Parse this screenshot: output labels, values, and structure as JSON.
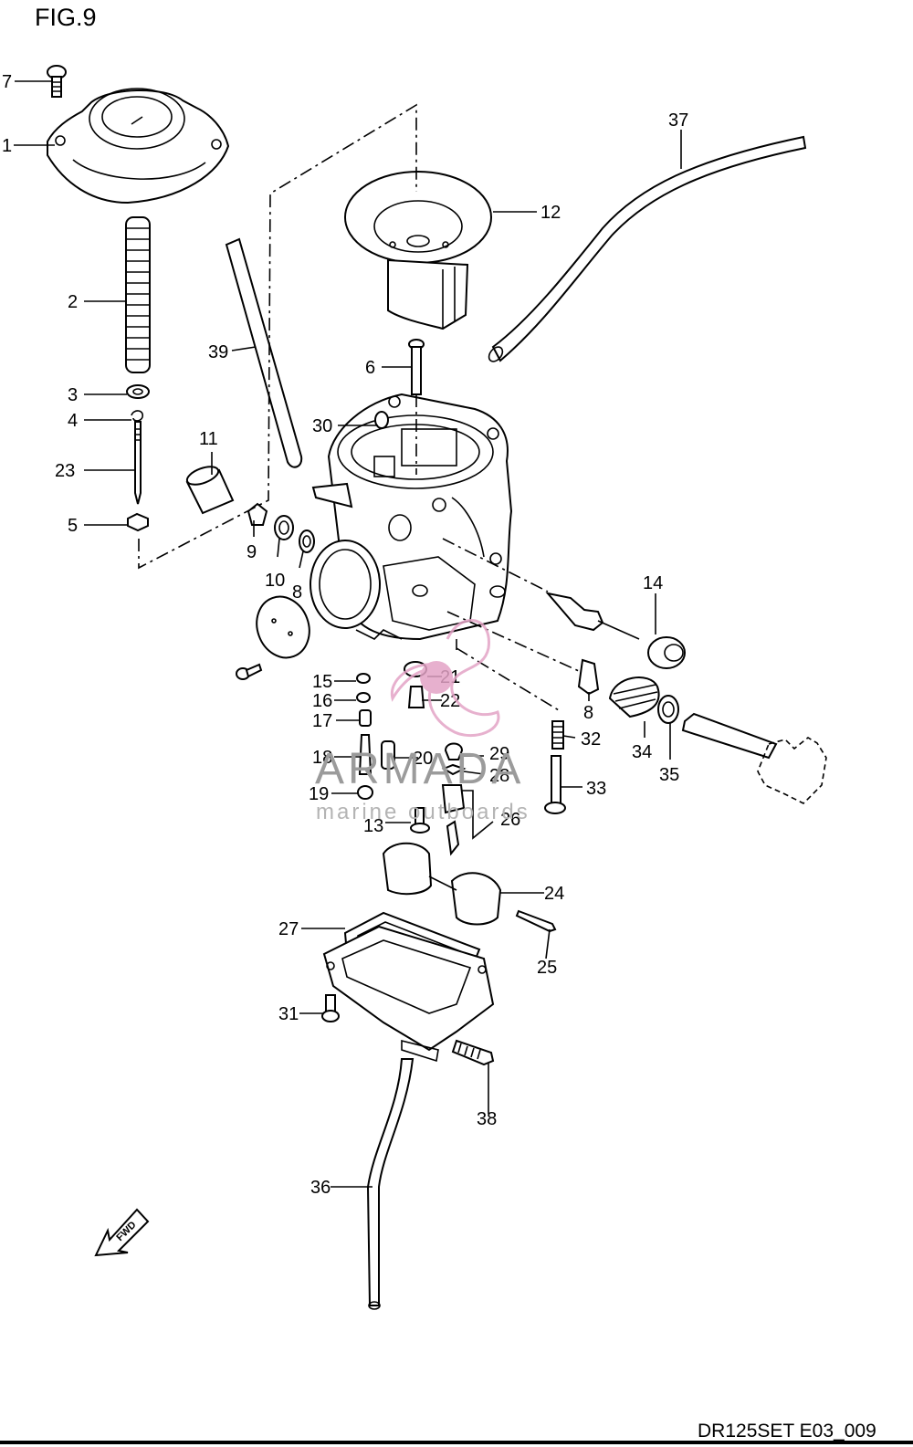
{
  "figure": {
    "title": "FIG.9",
    "code": "DR125SET E03_009",
    "fwd_label": "FWD"
  },
  "watermark": {
    "brand": "ARMADA",
    "tagline": "marine outboards",
    "logo_color": "#e3a3c6"
  },
  "callouts": {
    "c1": "1",
    "c2": "2",
    "c3": "3",
    "c4": "4",
    "c5": "5",
    "c6": "6",
    "c7": "7",
    "c8a": "8",
    "c8b": "8",
    "c9": "9",
    "c10": "10",
    "c11": "11",
    "c12": "12",
    "c13": "13",
    "c14": "14",
    "c15": "15",
    "c16": "16",
    "c17": "17",
    "c18": "18",
    "c19": "19",
    "c20": "20",
    "c21": "21",
    "c22": "22",
    "c23": "23",
    "c24": "24",
    "c25": "25",
    "c26": "26",
    "c27": "27",
    "c28": "28",
    "c29": "29",
    "c30": "30",
    "c31": "31",
    "c32": "32",
    "c33": "33",
    "c34": "34",
    "c35": "35",
    "c36": "36",
    "c37": "37",
    "c38": "38",
    "c39": "39"
  }
}
